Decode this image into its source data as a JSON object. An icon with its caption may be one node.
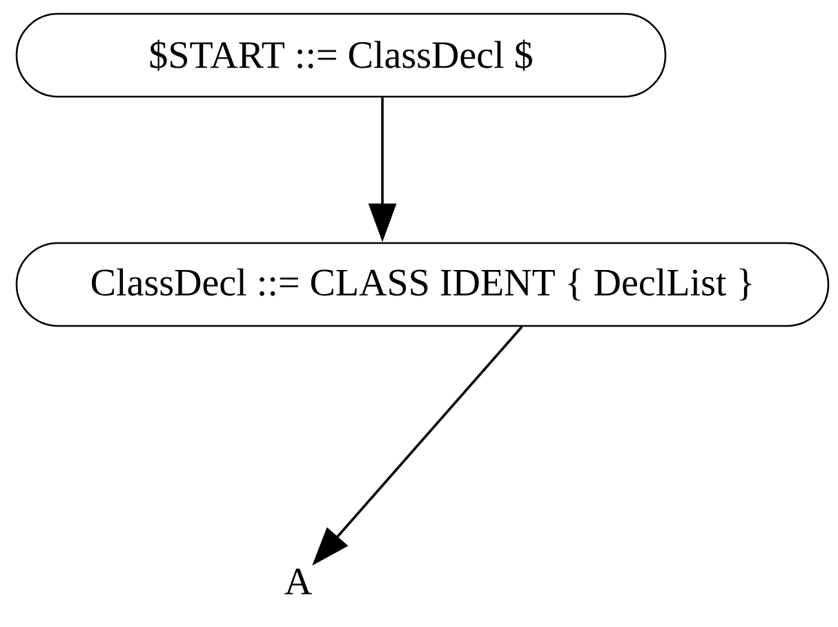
{
  "diagram": {
    "nodes": [
      {
        "text": [
          "$START ::= ClassDecl $"
        ]
      },
      {
        "text": [
          "ClassDecl ::= CLASS IDENT { DeclList }"
        ]
      },
      {
        "text": [
          "A"
        ]
      }
    ],
    "edges": [
      {
        "from": 0,
        "to": 1,
        "arrow": "to"
      },
      {
        "from": 1,
        "to": 2,
        "arrow": "to"
      }
    ]
  }
}
